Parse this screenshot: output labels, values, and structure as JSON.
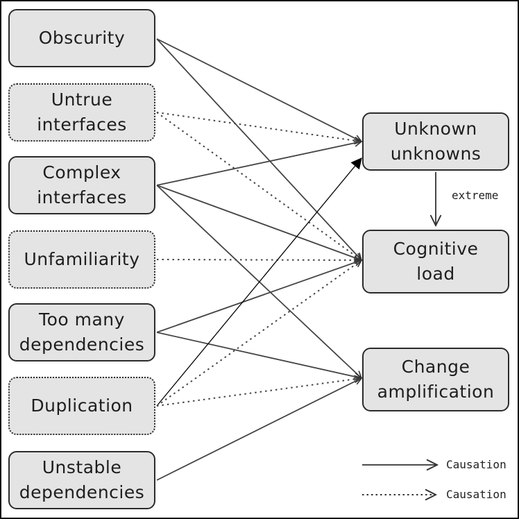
{
  "causes": [
    {
      "id": "obscurity",
      "label": "Obscurity",
      "style": "solid"
    },
    {
      "id": "untrue",
      "label": "Untrue\ninterfaces",
      "style": "dotted"
    },
    {
      "id": "complex",
      "label": "Complex\ninterfaces",
      "style": "solid"
    },
    {
      "id": "unfamiliarity",
      "label": "Unfamiliarity",
      "style": "dotted"
    },
    {
      "id": "deps",
      "label": "Too many\ndependencies",
      "style": "solid"
    },
    {
      "id": "duplication",
      "label": "Duplication",
      "style": "dotted"
    },
    {
      "id": "unstable",
      "label": "Unstable\ndependencies",
      "style": "solid"
    }
  ],
  "effects": [
    {
      "id": "unknown",
      "label": "Unknown\nunknowns"
    },
    {
      "id": "cognitive",
      "label": "Cognitive\nload"
    },
    {
      "id": "change",
      "label": "Change\namplification"
    }
  ],
  "edges": [
    {
      "from": "obscurity",
      "to": "unknown",
      "style": "solid"
    },
    {
      "from": "obscurity",
      "to": "cognitive",
      "style": "solid"
    },
    {
      "from": "untrue",
      "to": "unknown",
      "style": "dotted"
    },
    {
      "from": "untrue",
      "to": "cognitive",
      "style": "dotted"
    },
    {
      "from": "complex",
      "to": "unknown",
      "style": "solid"
    },
    {
      "from": "complex",
      "to": "cognitive",
      "style": "solid"
    },
    {
      "from": "complex",
      "to": "change",
      "style": "solid"
    },
    {
      "from": "unfamiliarity",
      "to": "cognitive",
      "style": "dotted"
    },
    {
      "from": "deps",
      "to": "cognitive",
      "style": "solid"
    },
    {
      "from": "deps",
      "to": "change",
      "style": "solid"
    },
    {
      "from": "duplication",
      "to": "unknown",
      "style": "thin-arrow"
    },
    {
      "from": "duplication",
      "to": "cognitive",
      "style": "dotted"
    },
    {
      "from": "duplication",
      "to": "change",
      "style": "dotted"
    },
    {
      "from": "unstable",
      "to": "change",
      "style": "solid"
    },
    {
      "from": "unknown",
      "to": "cognitive",
      "style": "solid-vertical",
      "label": "extreme"
    }
  ],
  "legend": {
    "solid_label": "Causation",
    "dotted_label": "Causation"
  }
}
